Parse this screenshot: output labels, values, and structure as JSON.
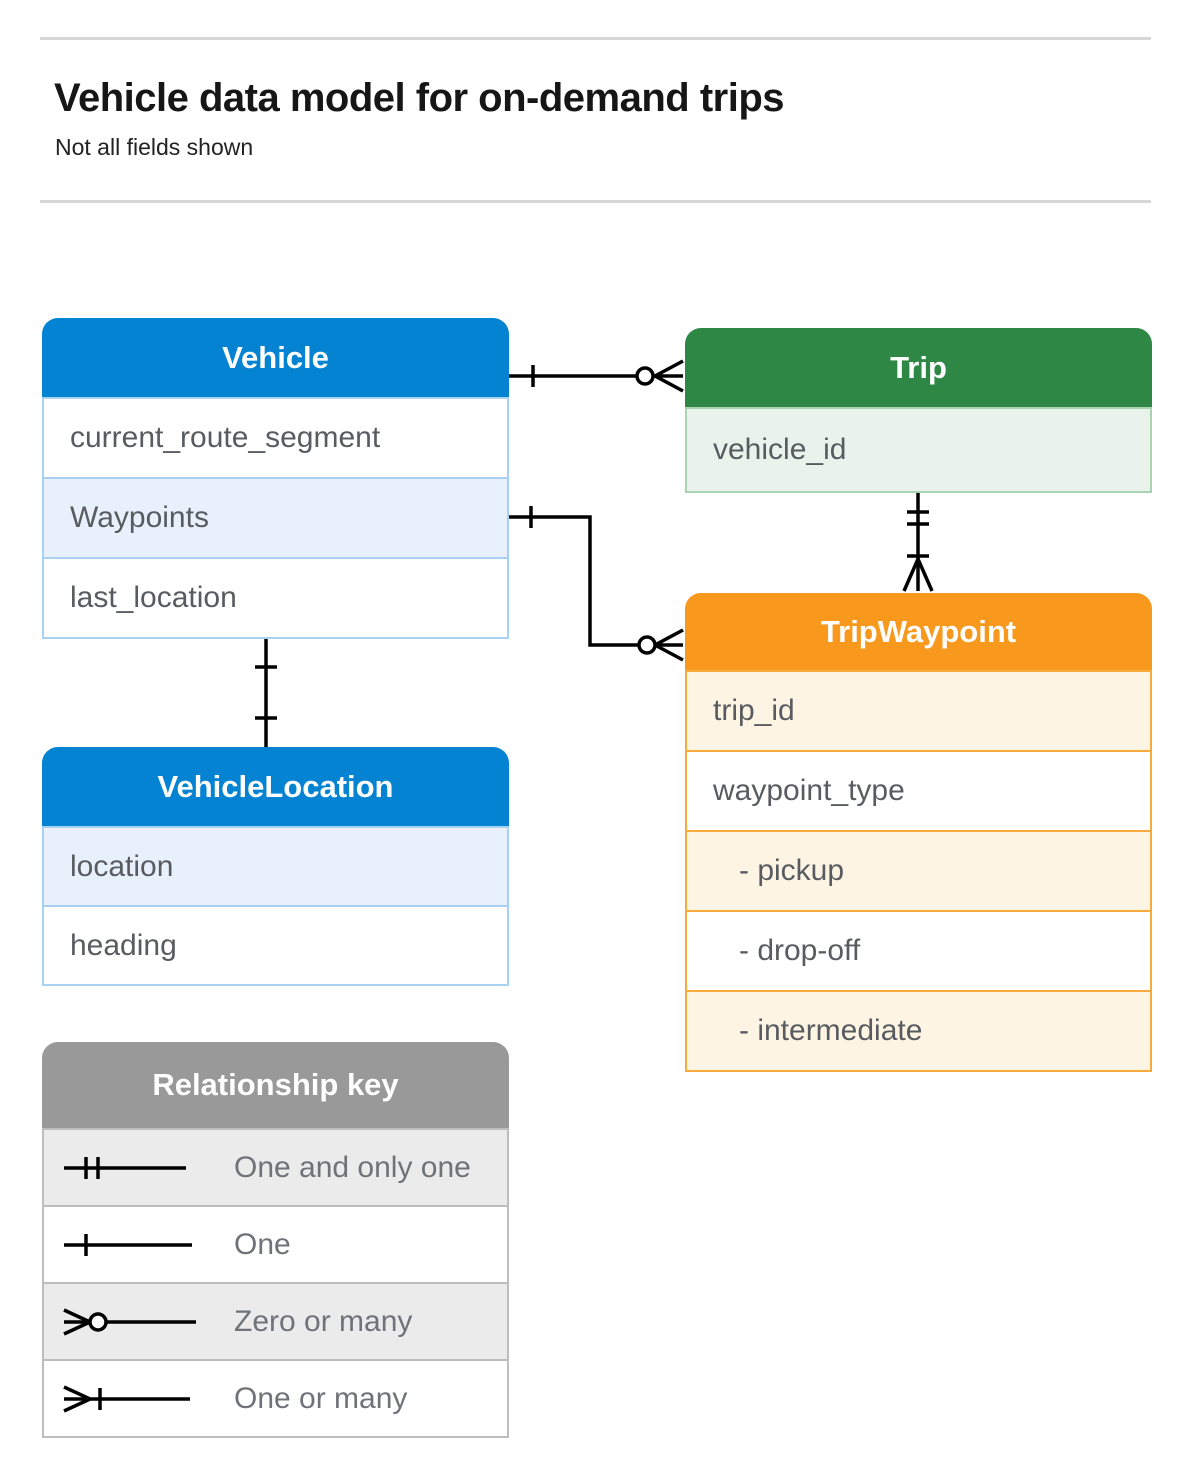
{
  "page": {
    "title": "Vehicle data model for on-demand trips",
    "subtitle": "Not all fields shown"
  },
  "tables": {
    "vehicle": {
      "title": "Vehicle",
      "rows": [
        {
          "label": "current_route_segment"
        },
        {
          "label": "Waypoints"
        },
        {
          "label": "last_location"
        }
      ]
    },
    "trip": {
      "title": "Trip",
      "rows": [
        {
          "label": "vehicle_id"
        }
      ]
    },
    "trip_waypoint": {
      "title": "TripWaypoint",
      "rows": [
        {
          "label": "trip_id"
        },
        {
          "label": "waypoint_type"
        },
        {
          "label": "- pickup"
        },
        {
          "label": "- drop-off"
        },
        {
          "label": "- intermediate"
        }
      ]
    },
    "vehicle_location": {
      "title": "VehicleLocation",
      "rows": [
        {
          "label": "location"
        },
        {
          "label": "heading"
        }
      ]
    }
  },
  "legend": {
    "title": "Relationship key",
    "items": [
      {
        "symbol": "one-and-only-one",
        "label": "One and only one"
      },
      {
        "symbol": "one",
        "label": "One"
      },
      {
        "symbol": "zero-or-many",
        "label": "Zero or many"
      },
      {
        "symbol": "one-or-many",
        "label": "One or many"
      }
    ]
  },
  "relationships": [
    {
      "from": "Vehicle",
      "to": "Trip",
      "from_cardinality": "one",
      "to_cardinality": "zero-or-many"
    },
    {
      "from": "Vehicle.Waypoints",
      "to": "TripWaypoint",
      "from_cardinality": "one",
      "to_cardinality": "zero-or-many"
    },
    {
      "from": "Trip",
      "to": "TripWaypoint",
      "from_cardinality": "one-and-only-one",
      "to_cardinality": "one-or-many"
    },
    {
      "from": "Vehicle",
      "to": "VehicleLocation",
      "from_cardinality": "one",
      "to_cardinality": "one"
    }
  ],
  "colors": {
    "blue_header": "#0383d2",
    "blue_tint": "#e8f1fb",
    "green_header": "#2e8745",
    "green_tint": "#e9f3ec",
    "orange_header": "#f8981d",
    "orange_tint": "#fdf4e4",
    "gray_header": "#999999",
    "gray_tint": "#ebebeb",
    "connector": "#000000",
    "row_text": "#585c60"
  }
}
